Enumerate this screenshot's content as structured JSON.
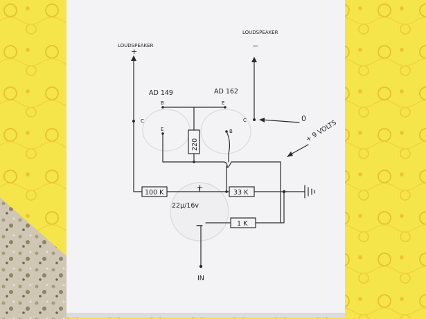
{
  "background": {
    "tablecloth_color": "#f6e54a",
    "pattern_color": "#e9c733",
    "marble_color": "#cfc6b4",
    "paper_color": "#f3f3f5"
  },
  "diagram": {
    "labels": {
      "speaker_left": "LOUDSPEAKER",
      "speaker_left_sign": "+",
      "speaker_right": "LOUDSPEAKER",
      "speaker_right_sign": "−",
      "transistor_left": "AD 149",
      "transistor_right": "AD 162",
      "left_c": "C",
      "left_b": "B",
      "left_e": "E",
      "right_c": "C",
      "right_b": "B",
      "right_e": "E",
      "zero": "0",
      "supply": "+ 9 VOLTS",
      "input": "IN",
      "cap_value": "22μ/16v",
      "cap_plus": "+",
      "cap_minus": "−"
    },
    "components": {
      "r_220": "220",
      "r_100k": "100 K",
      "r_33k": "33 K",
      "r_1k": "1 K"
    }
  }
}
